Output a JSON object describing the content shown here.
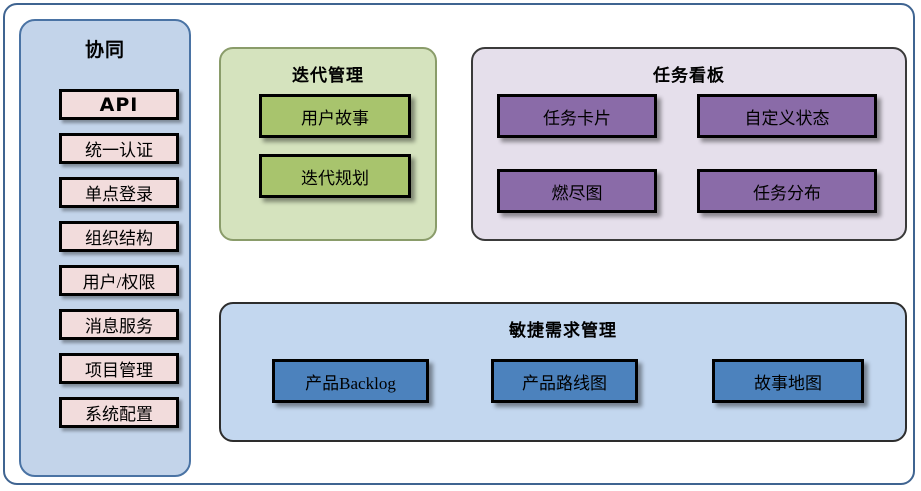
{
  "diagram": {
    "sidebar": {
      "title": "协同",
      "items": [
        {
          "label": "API",
          "emphasis": true
        },
        {
          "label": "统一认证",
          "emphasis": false
        },
        {
          "label": "单点登录",
          "emphasis": false
        },
        {
          "label": "组织结构",
          "emphasis": false
        },
        {
          "label": "用户/权限",
          "emphasis": false
        },
        {
          "label": "消息服务",
          "emphasis": false
        },
        {
          "label": "项目管理",
          "emphasis": false
        },
        {
          "label": "系统配置",
          "emphasis": false
        }
      ],
      "panel_color": "#c3d4ea",
      "item_color": "#f2dcdc"
    },
    "groups": [
      {
        "id": "iteration",
        "title": "迭代管理",
        "panel_color": "#d5e3be",
        "node_color": "#a8c46d",
        "nodes": [
          {
            "label": "用户故事"
          },
          {
            "label": "迭代规划"
          }
        ]
      },
      {
        "id": "taskboard",
        "title": "任务看板",
        "panel_color": "#e5dfeb",
        "node_color": "#8a6ba8",
        "nodes": [
          {
            "label": "任务卡片"
          },
          {
            "label": "自定义状态"
          },
          {
            "label": "燃尽图"
          },
          {
            "label": "任务分布"
          }
        ]
      },
      {
        "id": "agile",
        "title": "敏捷需求管理",
        "panel_color": "#c3d7ef",
        "node_color": "#4c82bd",
        "nodes": [
          {
            "label": "产品Backlog"
          },
          {
            "label": "产品路线图"
          },
          {
            "label": "故事地图"
          }
        ]
      }
    ]
  }
}
